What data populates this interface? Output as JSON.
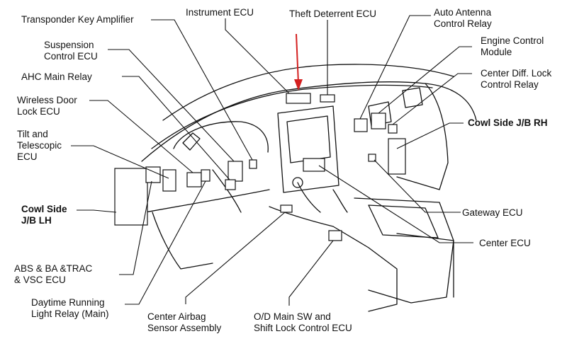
{
  "labels": {
    "transponder_key_amplifier": "Transponder Key Amplifier",
    "instrument_ecu": "Instrument ECU",
    "theft_deterrent_ecu": "Theft Deterrent ECU",
    "auto_antenna_control_relay": "Auto Antenna\nControl Relay",
    "suspension_control_ecu": "Suspension\nControl ECU",
    "engine_control_module": "Engine Control\nModule",
    "ahc_main_relay": "AHC Main Relay",
    "center_diff_lock_control_relay": "Center Diff. Lock\nControl Relay",
    "wireless_door_lock_ecu": "Wireless Door\nLock ECU",
    "cowl_side_jb_rh": "Cowl Side J/B RH",
    "tilt_telescopic_ecu": "Tilt and\nTelescopic\nECU",
    "cowl_side_jb_lh": "Cowl Side\nJ/B LH",
    "gateway_ecu": "Gateway ECU",
    "center_ecu": "Center ECU",
    "abs_ba_trac_vsc_ecu": "ABS & BA &TRAC\n& VSC ECU",
    "daytime_running_light_relay": "Daytime Running\nLight Relay (Main)",
    "center_airbag_sensor_assembly": "Center Airbag\nSensor Assembly",
    "od_main_sw_shift_lock_ecu": "O/D Main SW and\nShift Lock Control ECU"
  },
  "colors": {
    "line": "#111111",
    "arrow": "#d42020"
  }
}
